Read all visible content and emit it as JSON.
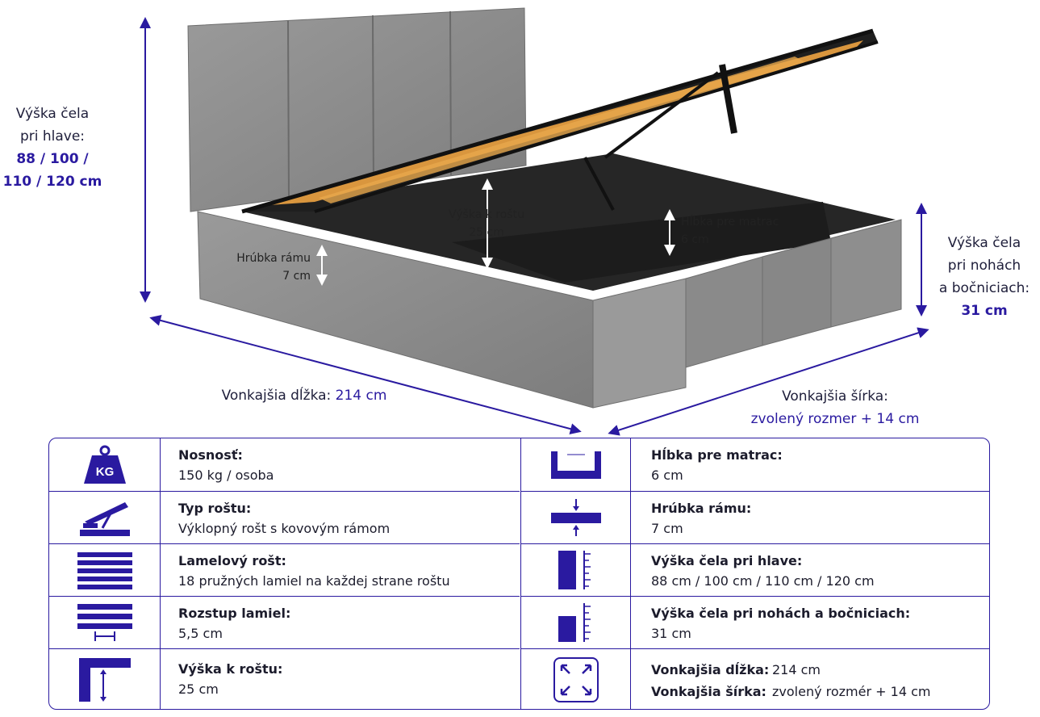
{
  "labels": {
    "head_height": {
      "l1": "Výška čela",
      "l2": "pri hlave:",
      "v1": "88 / 100 /",
      "v2": "110 / 120 cm"
    },
    "foot_height": {
      "l1": "Výška čela",
      "l2": "pri nohách",
      "l3": "a bočniciach:",
      "v": "31 cm"
    },
    "outer_length": {
      "label": "Vonkajšia dĺžka:",
      "value": "214 cm"
    },
    "outer_width": {
      "label": "Vonkajšia šírka:",
      "value": "zvolený rozmer + 14 cm"
    },
    "to_slats": {
      "l1": "Výška k roštu",
      "l2": "25 cm"
    },
    "mattress_depth": {
      "l1": "Hĺbka pre matrac",
      "l2": "6 cm"
    },
    "frame_thickness": {
      "l1": "Hrúbka rámu",
      "l2": "7 cm"
    }
  },
  "table": {
    "left": [
      {
        "icon": "kg-weight-icon",
        "title": "Nosnosť:",
        "value": "150 kg / osoba"
      },
      {
        "icon": "lift-slat-icon",
        "title": "Typ roštu:",
        "value": "Výklopný rošt s kovovým rámom"
      },
      {
        "icon": "slats-stack-icon",
        "title": "Lamelový rošt:",
        "value": "18 pružných lamiel na každej strane roštu"
      },
      {
        "icon": "slat-spacing-icon",
        "title": "Rozstup lamiel:",
        "value": "5,5 cm"
      },
      {
        "icon": "slat-height-icon",
        "title": "Výška k roštu:",
        "value": "25 cm"
      }
    ],
    "right": [
      {
        "icon": "mattress-depth-icon",
        "title": "Hĺbka pre matrac:",
        "value": "6 cm"
      },
      {
        "icon": "frame-thickness-icon",
        "title": "Hrúbka rámu:",
        "value": "7 cm"
      },
      {
        "icon": "headboard-height-icon",
        "title": "Výška čela pri hlave:",
        "value": "88 cm / 100 cm / 110 cm / 120 cm"
      },
      {
        "icon": "footboard-height-icon",
        "title": "Výška čela pri nohách a bočniciach:",
        "value": "31 cm"
      },
      {
        "icon": "outer-dimensions-icon",
        "pairs": [
          {
            "k": "Vonkajšia dĺžka:",
            "v": "214 cm"
          },
          {
            "k": "Vonkajšia šírka:",
            "v": "zvolený rozmér + 14 cm"
          }
        ]
      }
    ]
  },
  "colors": {
    "accent": "#2a1aa0",
    "fabric": "#8c8c8c",
    "wood": "#d9963e",
    "metal": "#1e1e1e"
  }
}
